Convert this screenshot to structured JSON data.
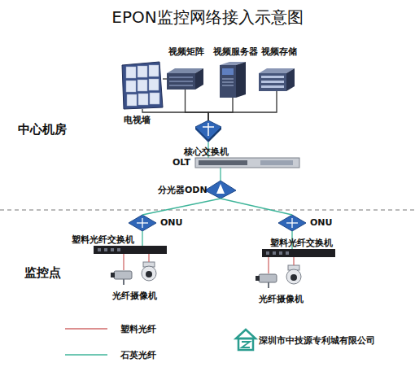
{
  "diagram": {
    "title": "EPON监控网络接入示意图",
    "nodes": [
      {
        "text": [
          "电视墙"
        ]
      },
      {
        "text": [
          "视频矩阵"
        ]
      },
      {
        "text": [
          "视频服务器"
        ]
      },
      {
        "text": [
          "视频存储"
        ]
      },
      {
        "text": [
          "核心交换机"
        ]
      },
      {
        "text": [
          "OLT"
        ]
      },
      {
        "text": [
          "分光器ODN"
        ]
      },
      {
        "text": [
          "ONU"
        ]
      },
      {
        "text": [
          "ONU"
        ]
      },
      {
        "text": [
          "塑料光纤交换机"
        ]
      },
      {
        "text": [
          "塑料光纤交换机"
        ]
      },
      {
        "text": [
          "光纤摄像机"
        ]
      },
      {
        "text": [
          "光纤摄像机"
        ]
      }
    ],
    "edges": [
      {
        "from": 0,
        "to": 1,
        "arrow": "none"
      },
      {
        "from": 0,
        "to": 4,
        "arrow": "none"
      },
      {
        "from": 1,
        "to": 4,
        "arrow": "none"
      },
      {
        "from": 2,
        "to": 4,
        "arrow": "none"
      },
      {
        "from": 3,
        "to": 4,
        "arrow": "none"
      },
      {
        "from": 4,
        "to": 5,
        "arrow": "none"
      },
      {
        "from": 5,
        "to": 6,
        "arrow": "none"
      },
      {
        "from": 6,
        "to": 7,
        "arrow": "none"
      },
      {
        "from": 6,
        "to": 8,
        "arrow": "none"
      },
      {
        "from": 7,
        "to": 9,
        "arrow": "none"
      },
      {
        "from": 8,
        "to": 10,
        "arrow": "none"
      },
      {
        "from": 9,
        "to": 11,
        "arrow": "none"
      },
      {
        "from": 10,
        "to": 12,
        "arrow": "none"
      }
    ],
    "labels": [
      "中心机房",
      "监控点",
      "深圳市中技源专利城有限公司"
    ],
    "legend": [
      {
        "text": "塑料光纤"
      },
      {
        "text": "石英光纤"
      }
    ]
  }
}
